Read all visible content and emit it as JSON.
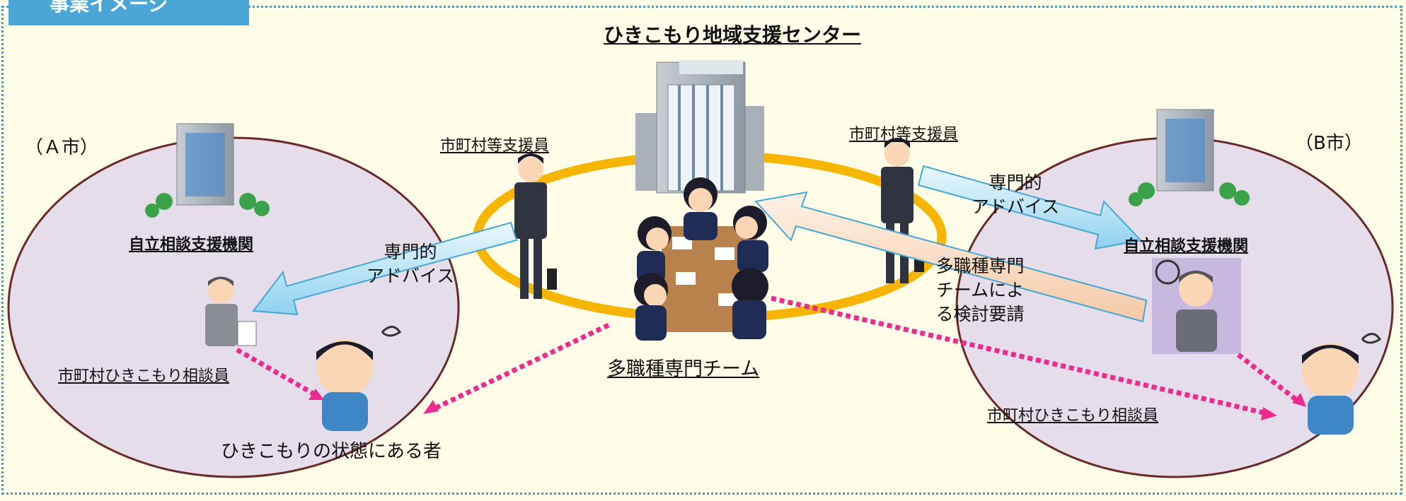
{
  "header_tab": "事業イメージ",
  "title": "ひきこもり地域支援センター",
  "city_a": "（Ａ市）",
  "city_b": "（B市）",
  "independent_support_a": "自立相談支援機関",
  "independent_support_b": "自立相談支援機関",
  "supporter_left": "市町村等支援員",
  "supporter_right": "市町村等支援員",
  "advice_left": "専門的\nアドバイス",
  "advice_right": "専門的\nアドバイス",
  "consultant_a": "市町村ひきこもり相談員",
  "consultant_b": "市町村ひきこもり相談員",
  "team_label": "多職種専門チーム",
  "request_label": "多職種専門\nチームによ\nる検討要請",
  "person_label": "ひきこもりの状態にある者",
  "colors": {
    "frame": "#3a9fd0",
    "background": "#fffde8",
    "region_fill": "#e6ddeb",
    "region_stroke": "#6b2a2a",
    "ring": "#f7b500",
    "dotted_arrow": "#ee2a8f",
    "advice_arrow": "#b8e4f6",
    "request_arrow": "#fbd9c2"
  }
}
